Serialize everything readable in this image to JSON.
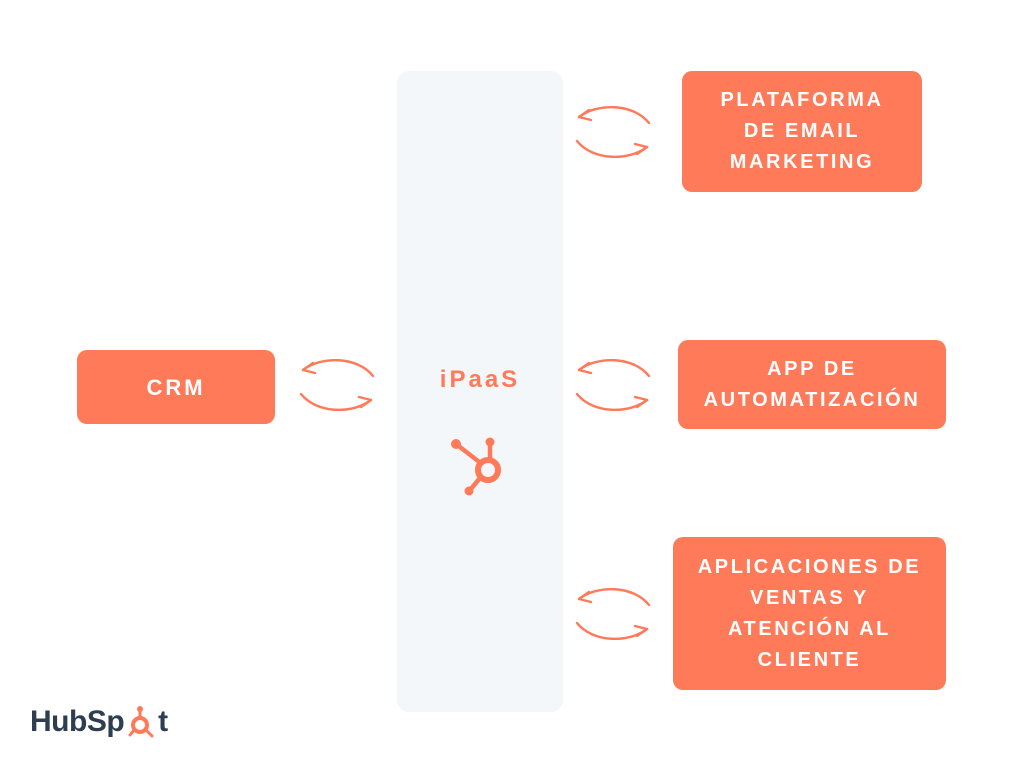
{
  "colors": {
    "accent": "#ff7a59",
    "panel": "#f4f7fa",
    "logo_text": "#2d3e50"
  },
  "crm": {
    "label": "CRM"
  },
  "hub": {
    "title": "iPaaS",
    "icon": "hubspot-sprocket-icon"
  },
  "targets": [
    {
      "label": "PLATAFORMA\nDE EMAIL\nMARKETING"
    },
    {
      "label": "APP DE\nAUTOMATIZACIÓN"
    },
    {
      "label": "APLICACIONES DE\nVENTAS Y\nATENCIÓN AL\nCLIENTE"
    }
  ],
  "logo": {
    "text_before": "HubSp",
    "text_after": "t"
  }
}
